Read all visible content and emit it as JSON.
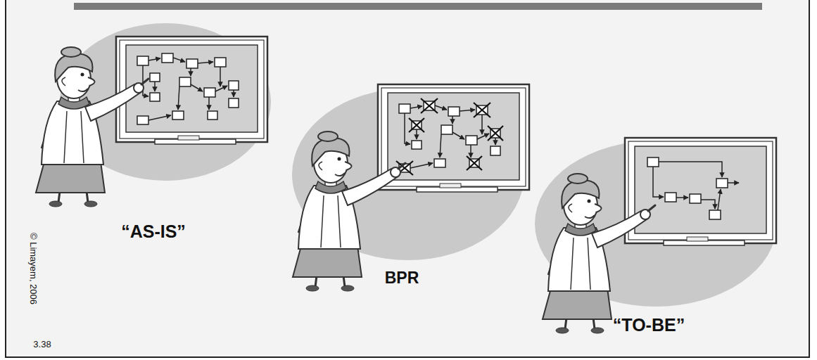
{
  "diagram": {
    "labels": [
      "“AS-IS”",
      "BPR",
      "“TO-BE”",
      "© Limayem, 2006",
      "3.38"
    ]
  }
}
